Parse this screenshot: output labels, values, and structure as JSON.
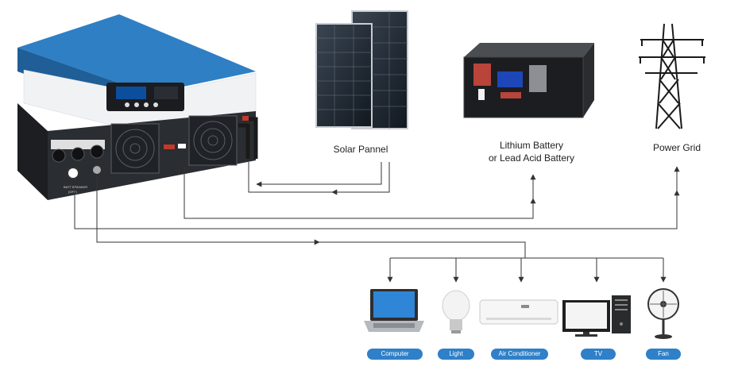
{
  "labels": {
    "solar": "Solar Pannel",
    "battery_line1": "Lithium Battery",
    "battery_line2": "or Lead Acid Battery",
    "grid": "Power Grid"
  },
  "inverter_text": {
    "port_label": "BATT BREAKER",
    "port_label2": "(OFF)"
  },
  "loads": [
    "Computer",
    "Light",
    "Air Conditioner",
    "TV",
    "Fan"
  ],
  "colors": {
    "inverter_blue": "#2f7fc4",
    "pill_blue": "#2f80c8",
    "wire": "#333333"
  }
}
